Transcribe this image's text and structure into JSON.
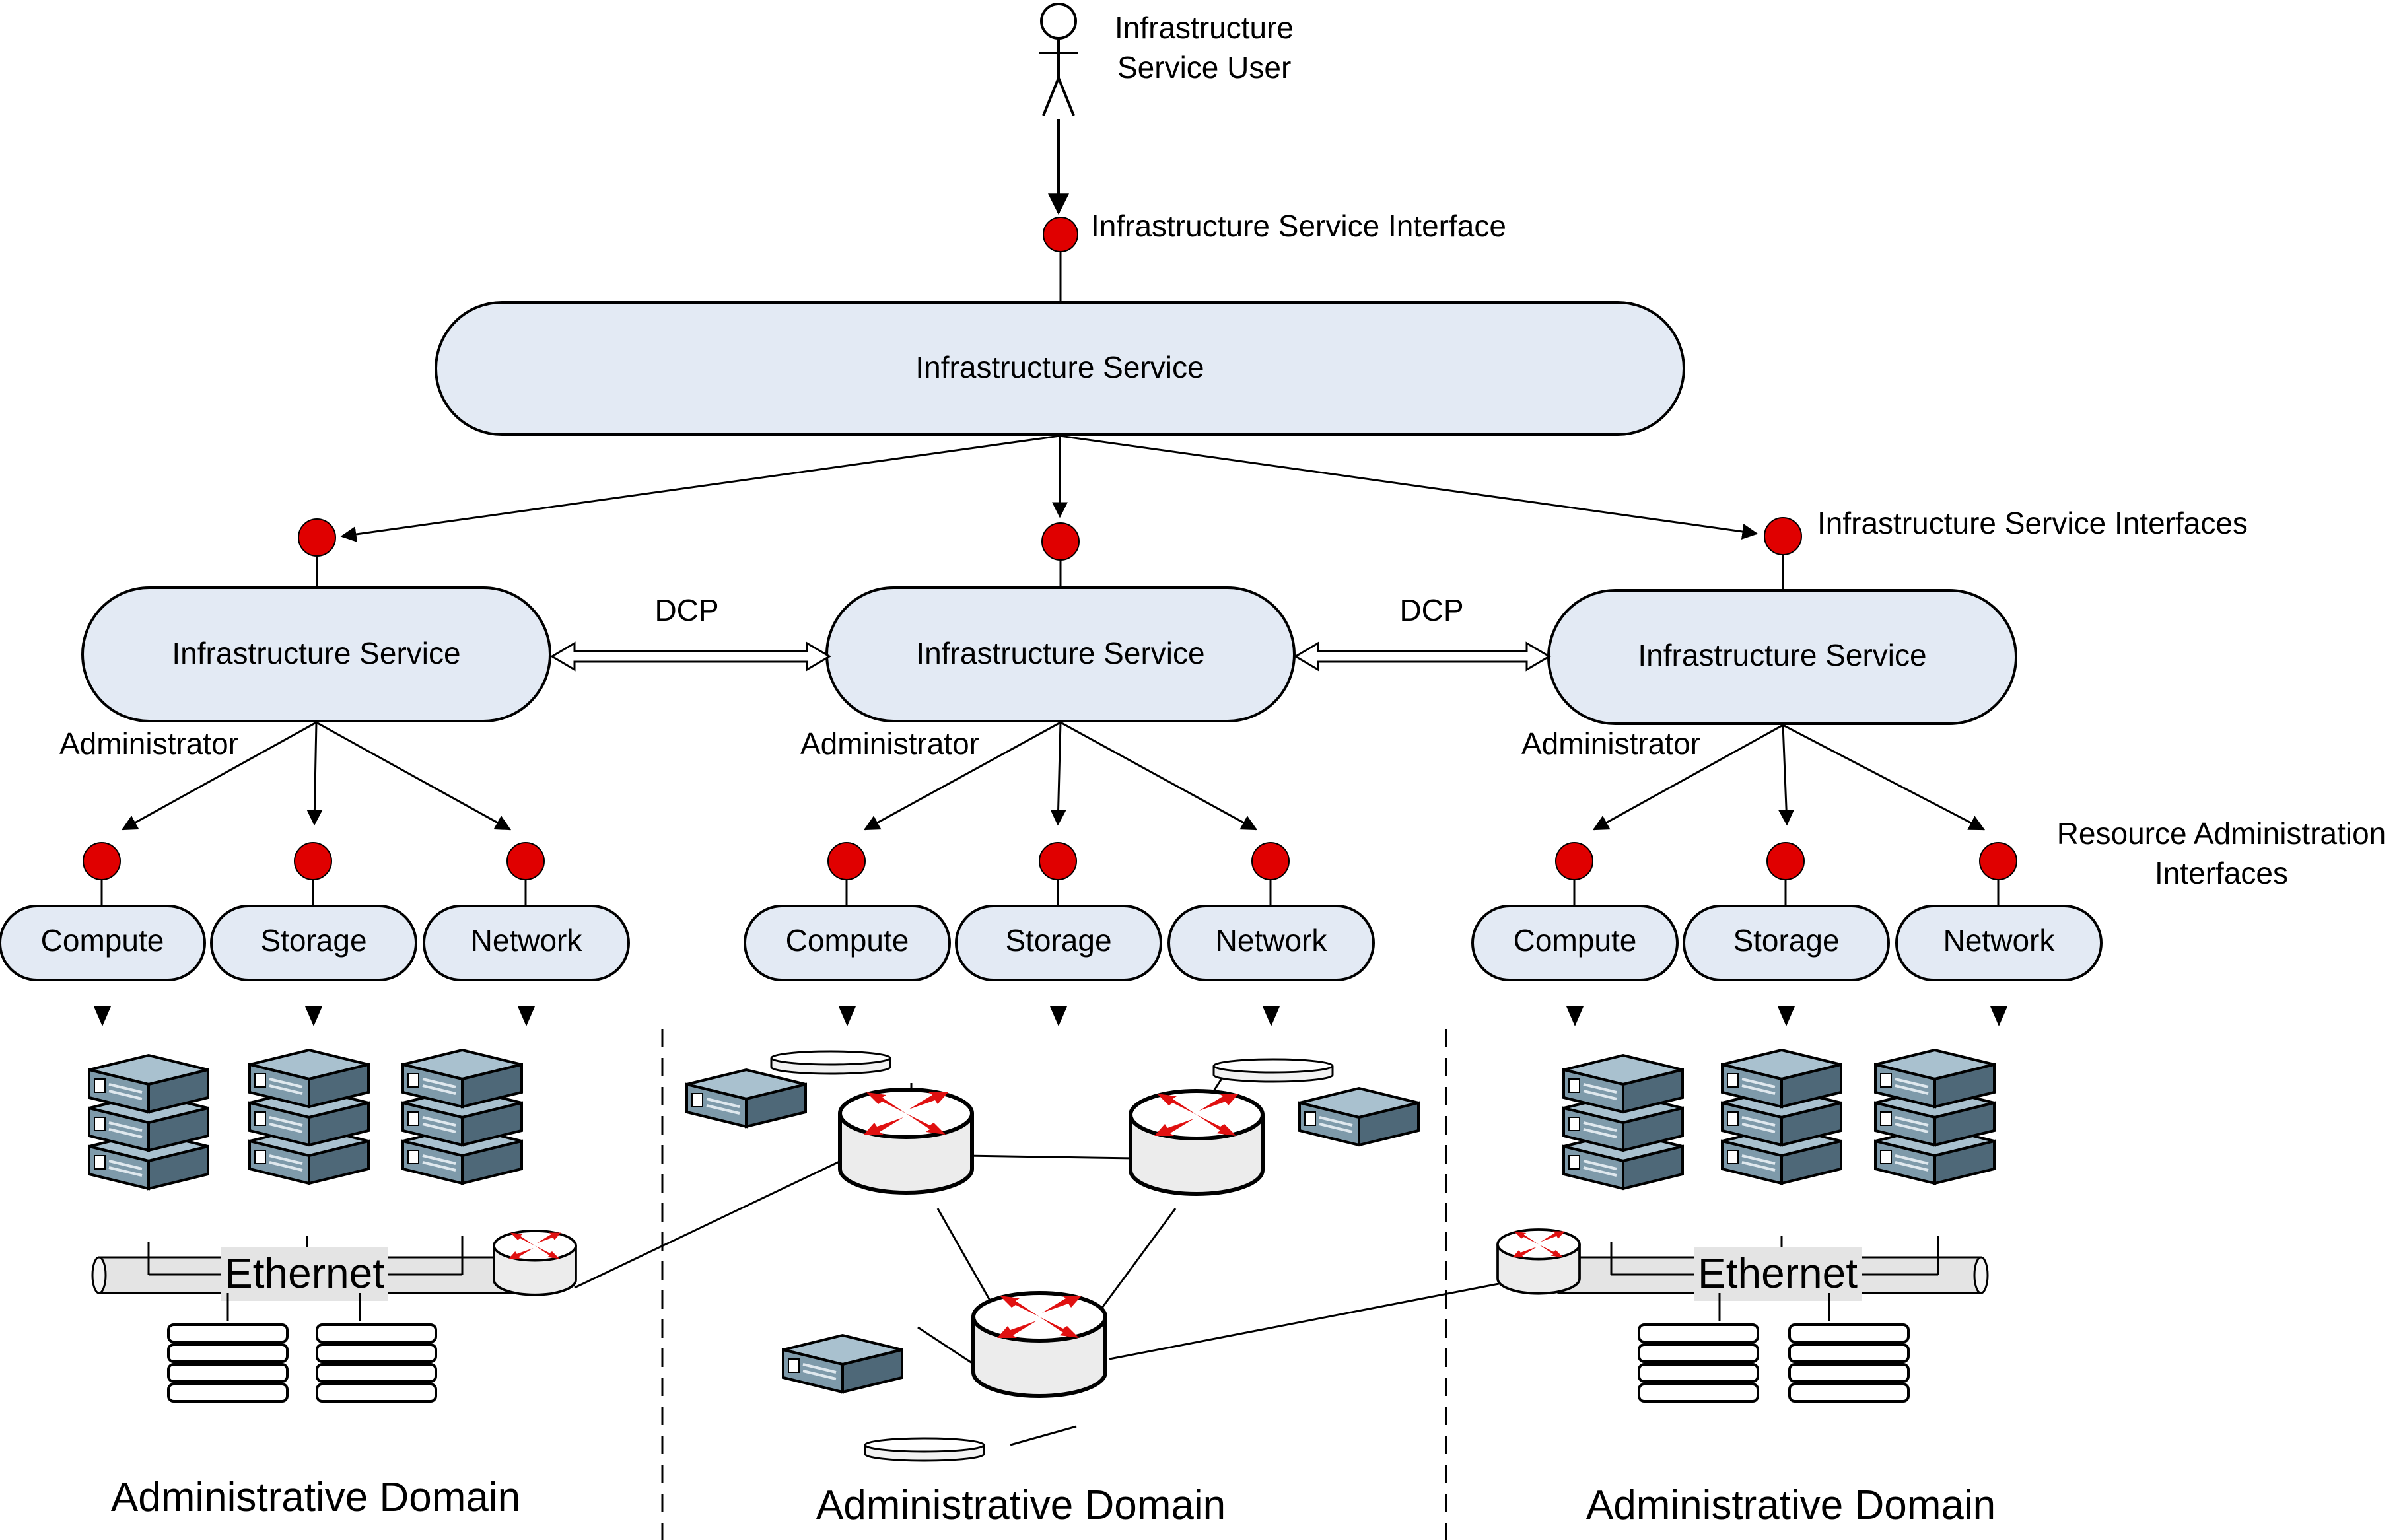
{
  "user": {
    "label_line1": "Infrastructure",
    "label_line2": "Service User"
  },
  "top_interface_label": "Infrastructure Service Interface",
  "top_service_label": "Infrastructure Service",
  "service_interfaces_label": "Infrastructure Service Interfaces",
  "dcp_label": "DCP",
  "resource_interfaces_label_line1": "Resource Administration",
  "resource_interfaces_label_line2": "Interfaces",
  "domains": [
    {
      "service_label": "Infrastructure Service",
      "administrator_label": "Administrator",
      "resources": [
        "Compute",
        "Storage",
        "Network"
      ],
      "network_label": "Ethernet",
      "domain_label": "Administrative Domain"
    },
    {
      "service_label": "Infrastructure Service",
      "administrator_label": "Administrator",
      "resources": [
        "Compute",
        "Storage",
        "Network"
      ],
      "domain_label": "Administrative Domain"
    },
    {
      "service_label": "Infrastructure Service",
      "administrator_label": "Administrator",
      "resources": [
        "Compute",
        "Storage",
        "Network"
      ],
      "network_label": "Ethernet",
      "domain_label": "Administrative Domain"
    }
  ],
  "colors": {
    "service_fill": "#e3eaf4",
    "interface_dot": "#e00000",
    "server_dark": "#4e6878",
    "server_light": "#9eb6c4",
    "router_arrow": "#e01010",
    "ethernet_fill": "#e4e4e4"
  },
  "icons": [
    "actor-icon",
    "server-icon",
    "router-icon",
    "disk-icon",
    "ethernet-bus"
  ]
}
